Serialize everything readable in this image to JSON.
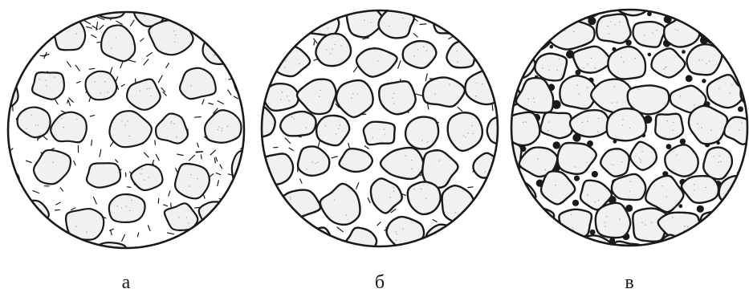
{
  "figure": {
    "panels": [
      {
        "id": "a",
        "label": "а",
        "structure": "sparse-grains"
      },
      {
        "id": "b",
        "label": "б",
        "structure": "dense-grains"
      },
      {
        "id": "c",
        "label": "в",
        "structure": "grains-with-dark-junctions"
      }
    ],
    "colors": {
      "ink": "#1a1a1a",
      "grain_fill": "#f1f1f1",
      "background": "#ffffff"
    }
  }
}
